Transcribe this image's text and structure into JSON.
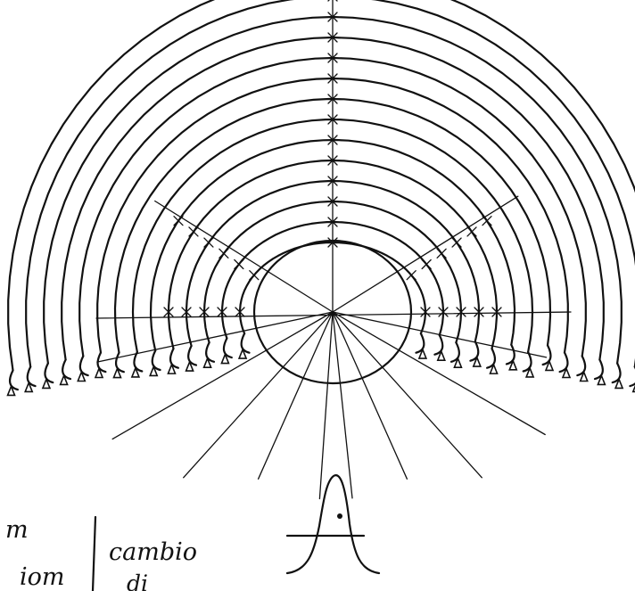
{
  "notes": {
    "left_fragment_top": "m",
    "left_fragment_bottom": "iom",
    "right_line1": "cambio",
    "right_line2": "di"
  }
}
